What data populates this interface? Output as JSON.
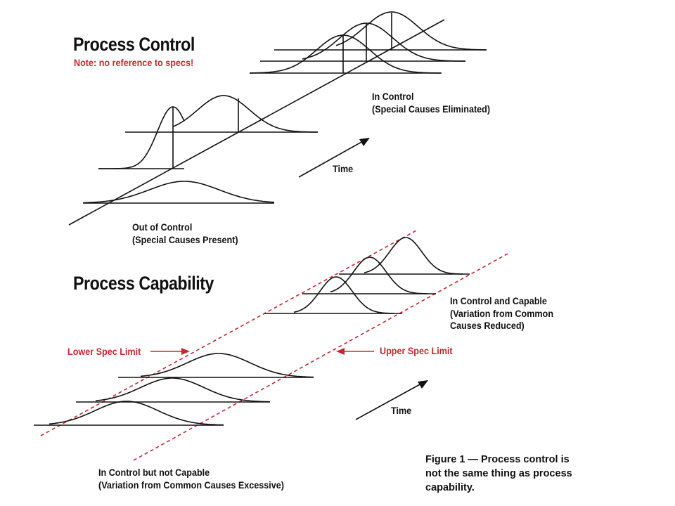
{
  "process_control": {
    "heading": "Process Control",
    "note": "Note: no reference to specs!",
    "in_control": [
      "In Control",
      "(Special Causes Eliminated)"
    ],
    "out_of_control": [
      "Out of Control",
      "(Special Causes Present)"
    ],
    "time_label": "Time"
  },
  "process_capability": {
    "heading": "Process Capability",
    "capable": [
      "In Control and Capable",
      "(Variation from Common",
      "Causes Reduced)"
    ],
    "not_capable": [
      "In Control but not Capable",
      "(Variation from Common Causes Excessive)"
    ],
    "lower_spec": "Lower Spec Limit",
    "upper_spec": "Upper Spec Limit",
    "time_label": "Time"
  },
  "caption": [
    "Figure 1 — Process control is",
    "not the same thing as process",
    "capability."
  ],
  "colors": {
    "ink": "#111111",
    "accent": "#c8262f"
  }
}
